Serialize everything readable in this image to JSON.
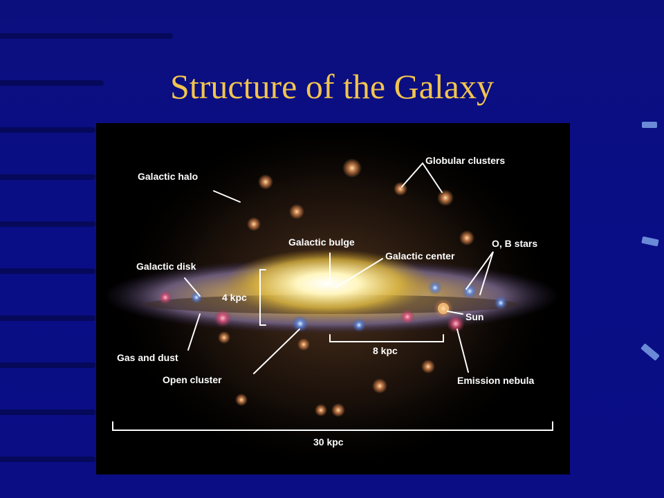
{
  "slide": {
    "title": "Structure of the Galaxy",
    "colors": {
      "background": "#0a0f8a",
      "title": "#f2c44e",
      "figure": "#000000",
      "labels": "#ffffff"
    }
  },
  "figure": {
    "labels": {
      "galactic_halo": "Galactic halo",
      "globular_clusters": "Globular clusters",
      "galactic_bulge": "Galactic bulge",
      "galactic_center": "Galactic center",
      "ob_stars": "O, B stars",
      "galactic_disk": "Galactic disk",
      "disk_thickness": "4 kpc",
      "sun": "Sun",
      "gas_and_dust": "Gas and dust",
      "sun_distance": "8 kpc",
      "open_cluster": "Open cluster",
      "emission_nebula": "Emission nebula",
      "diameter": "30 kpc"
    }
  }
}
